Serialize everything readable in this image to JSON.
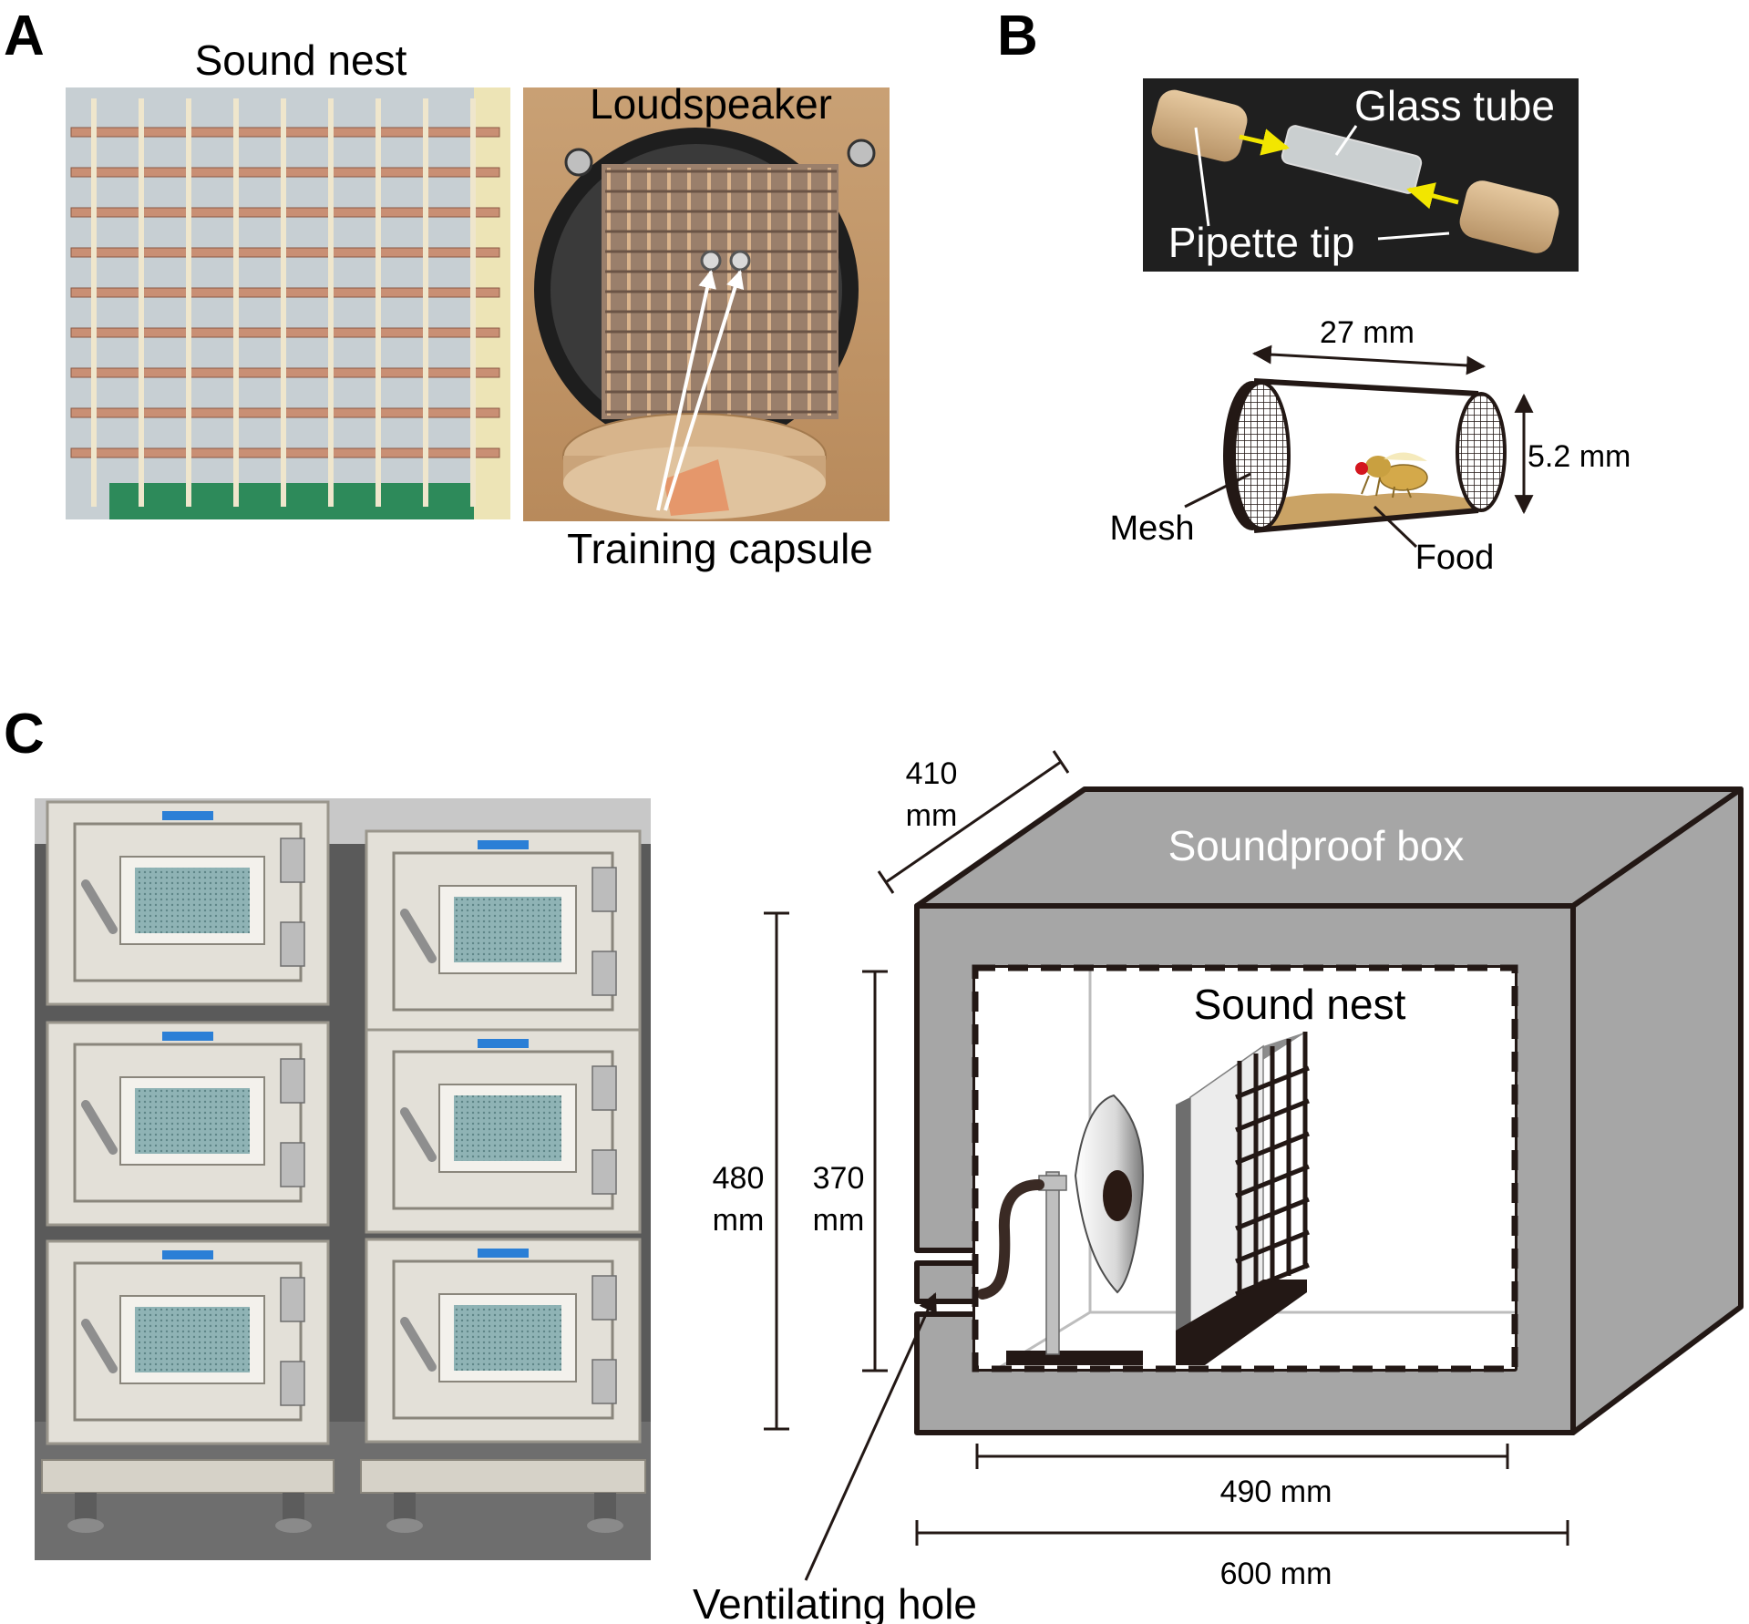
{
  "panel_a": {
    "letter": "A",
    "sound_nest_label": "Sound nest",
    "loudspeaker_label": "Loudspeaker",
    "training_capsule_label": "Training capsule"
  },
  "panel_b": {
    "letter": "B",
    "glass_tube_label": "Glass tube",
    "pipette_tip_label": "Pipette tip",
    "length_label": "27 mm",
    "diameter_label": "5.2 mm",
    "mesh_label": "Mesh",
    "food_label": "Food"
  },
  "panel_c": {
    "letter": "C",
    "box_label": "Soundproof box",
    "nest_label": "Sound nest",
    "depth_value": "410",
    "depth_unit": "mm",
    "outer_height_value": "480",
    "outer_height_unit": "mm",
    "inner_height_value": "370",
    "inner_height_unit": "mm",
    "inner_width_label": "490 mm",
    "outer_width_label": "600 mm",
    "vent_label": "Ventilating hole"
  },
  "colors": {
    "box_gray": "#a6a6a6",
    "outline": "#231815",
    "copper": "#c98f74",
    "wood": "#c9a27a",
    "cabinet": "#e3e0d8",
    "fly_body": "#d4a94a",
    "food": "#caa365"
  }
}
